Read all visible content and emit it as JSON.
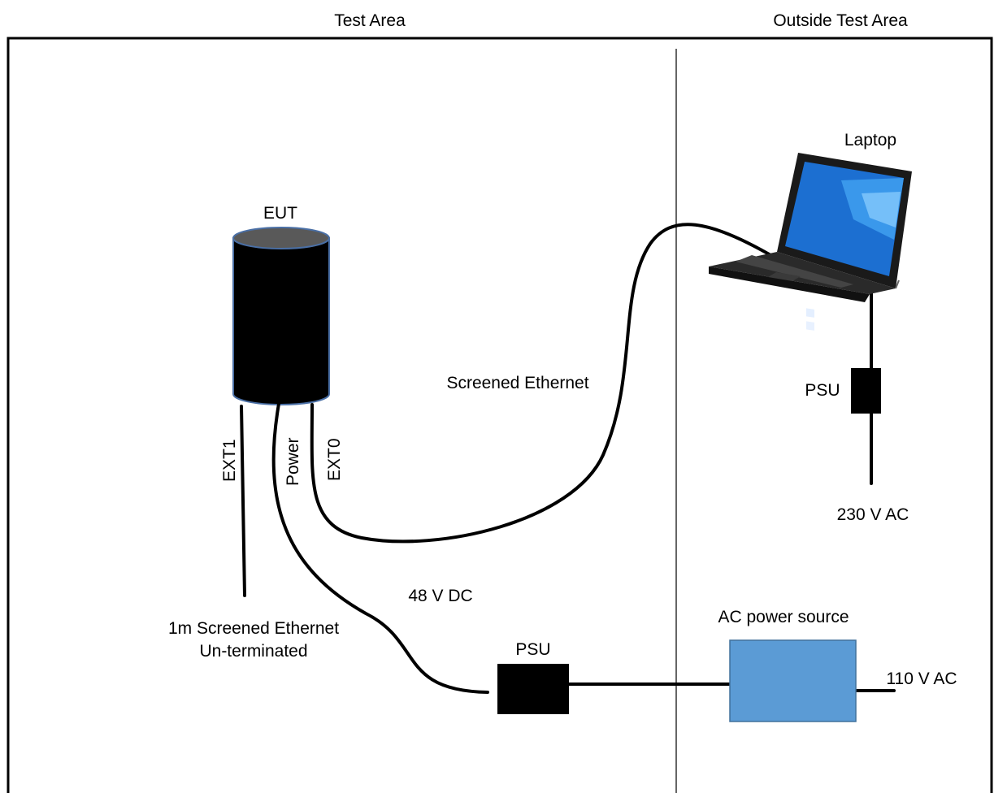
{
  "zones": {
    "test_area": "Test Area",
    "outside_test_area": "Outside Test Area"
  },
  "devices": {
    "eut": "EUT",
    "laptop": "Laptop",
    "psu_laptop": "PSU",
    "psu_main": "PSU",
    "ac_source": "AC power source"
  },
  "ports": {
    "ext1": "EXT1",
    "power": "Power",
    "ext0": "EXT0"
  },
  "cables": {
    "screened_ethernet": "Screened Ethernet",
    "dc_48v": "48 V DC",
    "ext1_line1": "1m Screened Ethernet",
    "ext1_line2": "Un-terminated"
  },
  "supplies": {
    "ac_230": "230 V AC",
    "ac_110": "110 V AC"
  },
  "colors": {
    "ac_source_fill": "#5b9bd5",
    "ac_source_stroke": "#41719c",
    "eut_body": "#000000",
    "eut_top": "#595959",
    "eut_outline": "#4a6fa5",
    "psu_fill": "#000000",
    "wire": "#000000"
  }
}
